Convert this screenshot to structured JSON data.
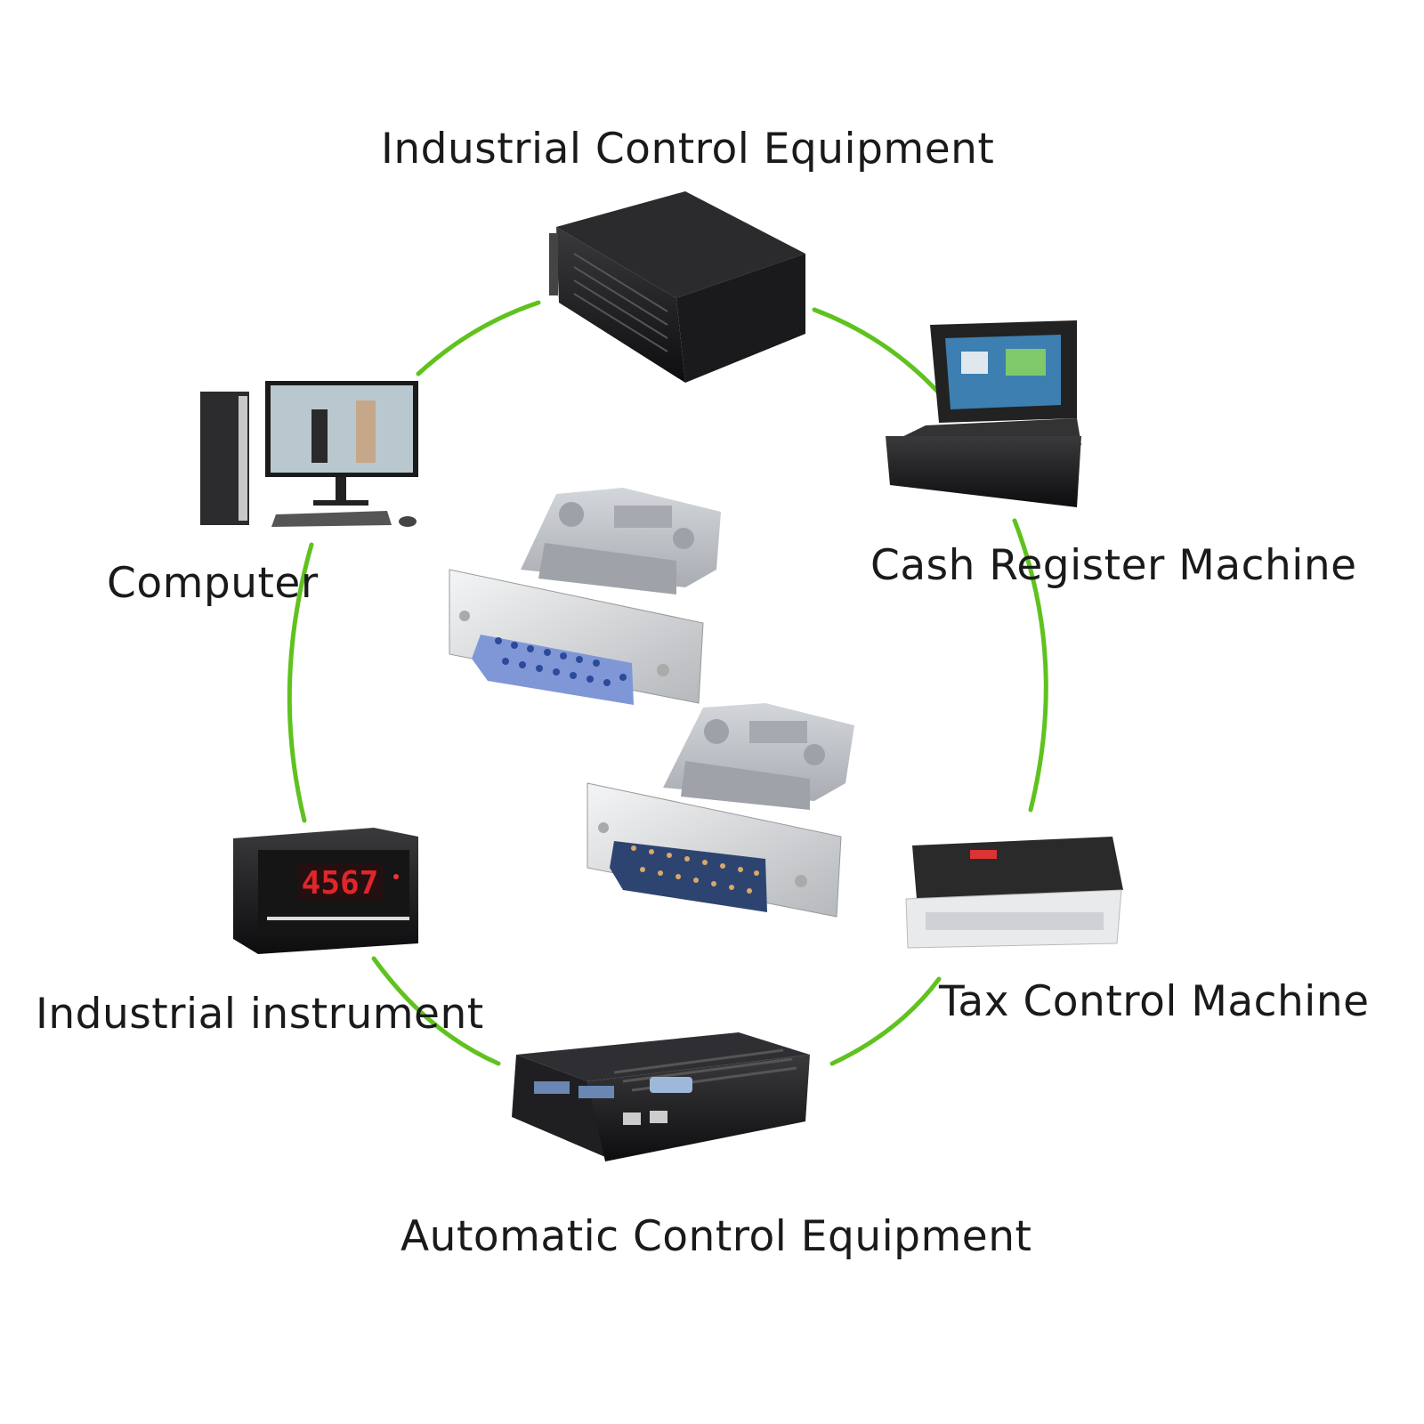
{
  "labels": {
    "top": "Industrial Control Equipment",
    "top_right": "Cash Register Machine",
    "top_left": "Computer",
    "bottom_left": "Industrial instrument",
    "bottom_right": "Tax Control Machine",
    "bottom": "Automatic Control Equipment"
  },
  "instrument_display": "4567",
  "colors": {
    "link": "#5fc21e",
    "connector_female": "#7f97d6",
    "connector_male": "#2e4470",
    "shell": "#b9bcc1",
    "instrument_digits": "#e0262a"
  }
}
